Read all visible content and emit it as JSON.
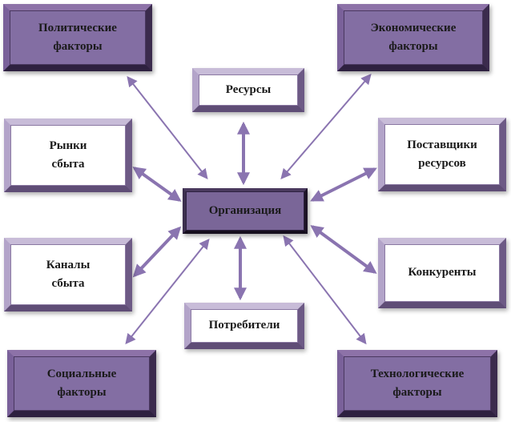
{
  "nodes": {
    "political": "Политические\nфакторы",
    "economic": "Экономические\nфакторы",
    "resources": "Ресурсы",
    "markets": "Рынки\nсбыта",
    "suppliers": "Поставщики\nресурсов",
    "organization": "Организация",
    "channels": "Каналы\nсбыта",
    "competitors": "Конкуренты",
    "consumers": "Потребители",
    "social": "Социальные\nфакторы",
    "technological": "Технологические\nфакторы"
  },
  "colors": {
    "dark_box": "#836ea3",
    "light_box": "#ffffff",
    "arrow": "#8a74b0"
  }
}
